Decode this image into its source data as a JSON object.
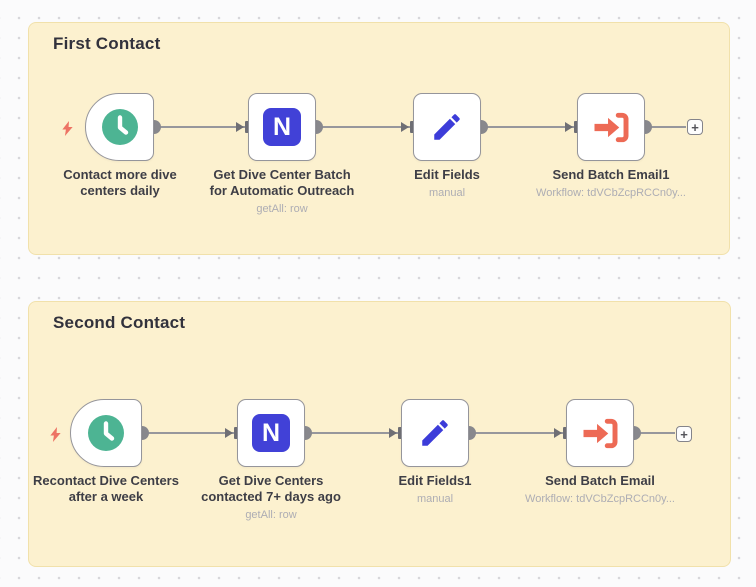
{
  "groups": [
    {
      "title": "First Contact",
      "nodes": [
        {
          "title1": "Contact more dive",
          "title2": "centers daily",
          "subtitle": ""
        },
        {
          "title1": "Get Dive Center Batch",
          "title2": "for Automatic Outreach",
          "subtitle": "getAll: row"
        },
        {
          "title1": "Edit Fields",
          "title2": "",
          "subtitle": "manual"
        },
        {
          "title1": "Send Batch Email1",
          "title2": "",
          "subtitle": "Workflow: tdVCbZcpRCCn0y..."
        }
      ],
      "add_label": "+"
    },
    {
      "title": "Second Contact",
      "nodes": [
        {
          "title1": "Recontact Dive Centers",
          "title2": "after a week",
          "subtitle": ""
        },
        {
          "title1": "Get Dive Centers",
          "title2": "contacted 7+ days ago",
          "subtitle": "getAll: row"
        },
        {
          "title1": "Edit Fields1",
          "title2": "",
          "subtitle": "manual"
        },
        {
          "title1": "Send Batch Email",
          "title2": "",
          "subtitle": "Workflow: tdVCbZcpRCCn0y..."
        }
      ],
      "add_label": "+"
    }
  ],
  "icons": {
    "notion_letter": "N",
    "trigger_bolt": "lightning-bolt",
    "schedule": "clock",
    "edit": "pencil",
    "execute_workflow": "arrow-into-bracket"
  },
  "colors": {
    "sticky_bg": "#fcf1cf",
    "sticky_border": "#f1e1ab",
    "schedule_green": "#4db493",
    "notion_blue": "#4141d7",
    "edit_blue": "#3c3cd9",
    "execute_coral": "#ed6a55",
    "bolt_coral": "#ed7364",
    "connector_gray": "#97979c"
  }
}
